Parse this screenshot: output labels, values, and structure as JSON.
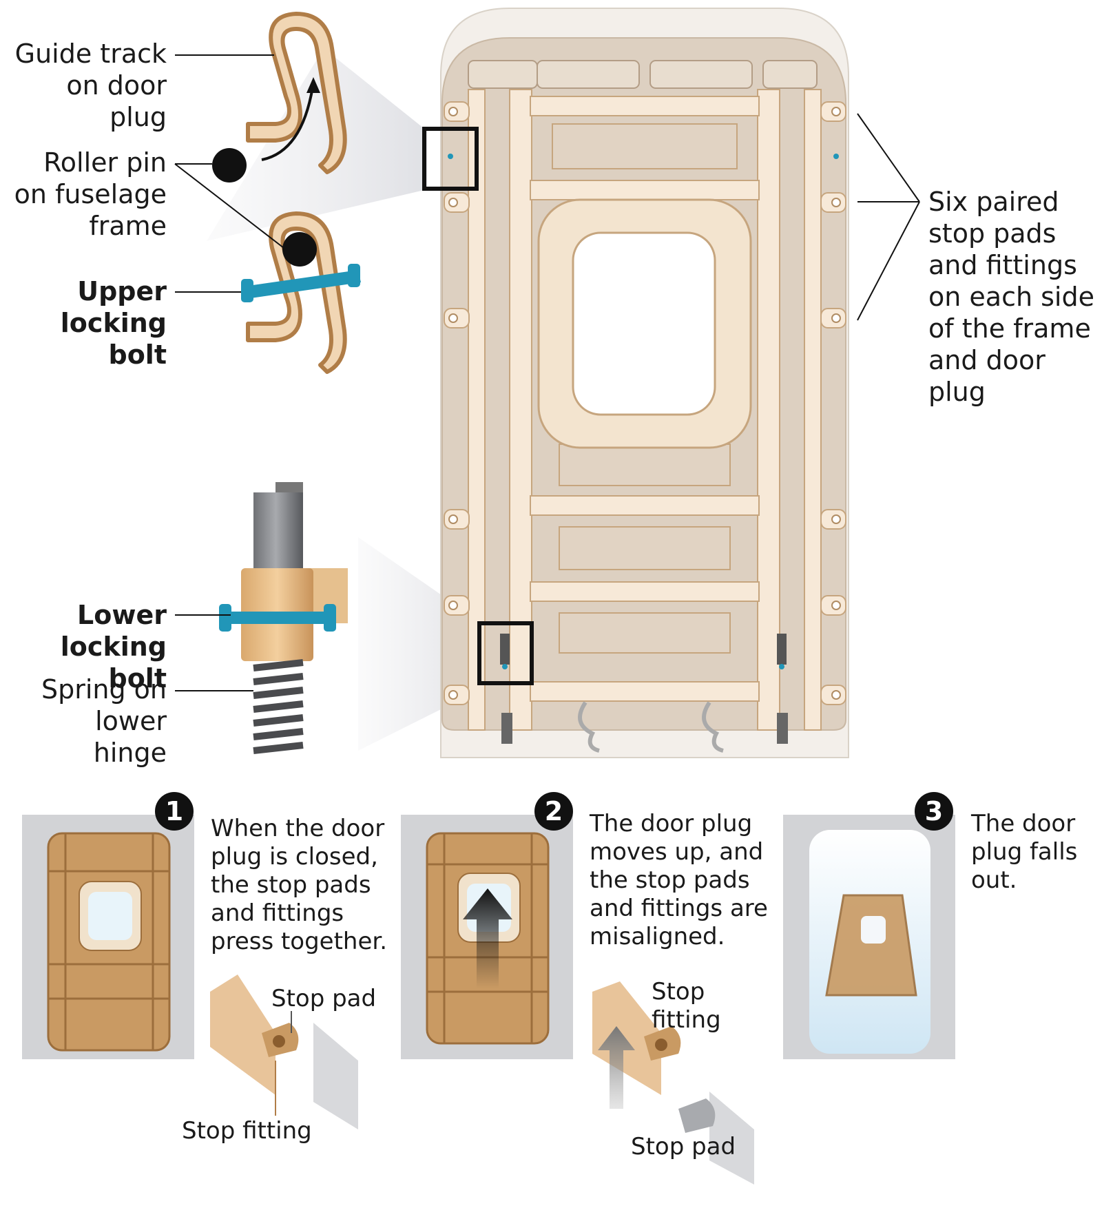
{
  "labels": {
    "guide_track": "Guide track\non door plug",
    "roller_pin": "Roller pin\non fuselage\nframe",
    "upper_bolt": "Upper\nlocking bolt",
    "lower_bolt": "Lower\nlocking bolt",
    "spring": "Spring on\nlower hinge",
    "six_paired": "Six paired\nstop pads\nand fittings\non each side\nof the frame\nand door\nplug"
  },
  "steps": [
    {
      "number": "1",
      "text": "When the door\nplug is closed,\nthe stop pads\nand fittings\npress together.",
      "label_a": "Stop pad",
      "label_b": "Stop fitting"
    },
    {
      "number": "2",
      "text": "The door plug\nmoves up, and\nthe stop pads\nand fittings are\nmisaligned.",
      "label_a": "Stop\nfitting",
      "label_b": "Stop pad"
    },
    {
      "number": "3",
      "text": "The door\nplug falls\nout."
    }
  ],
  "colors": {
    "frame_tan": "#c99a63",
    "frame_light": "#f7e9d8",
    "bolt_blue": "#2196b8",
    "callout_box": "#111111"
  }
}
